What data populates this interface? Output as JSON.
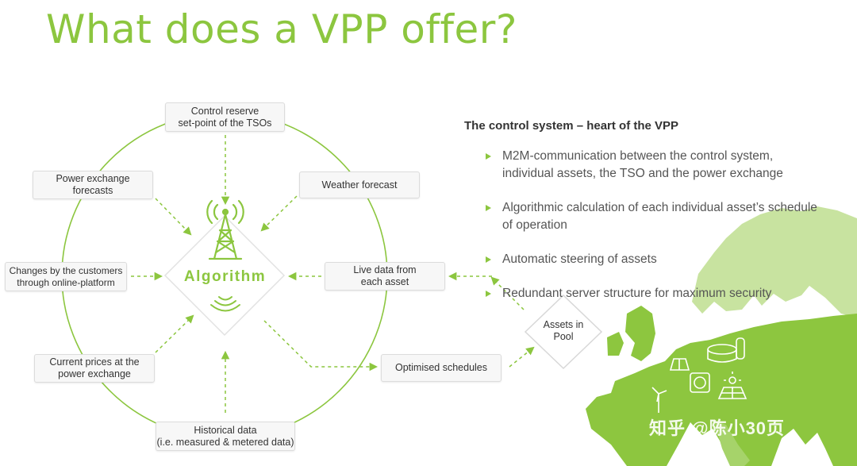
{
  "title": "What does a VPP offer?",
  "algorithm": {
    "label": "Algorithm"
  },
  "inputs": {
    "control_reserve": "Control reserve\nset-point of the TSOs",
    "power_exchange_forecasts": "Power exchange\nforecasts",
    "weather_forecast": "Weather forecast",
    "changes_by_customers": "Changes by the customers\nthrough online-platform",
    "live_data": "Live data from\neach asset",
    "current_prices": "Current prices at the\npower exchange",
    "historical_data": "Historical data\n(i.e. measured & metered data)"
  },
  "outputs": {
    "optimised_schedules": "Optimised schedules"
  },
  "pool": {
    "label": "Assets in\nPool"
  },
  "control_system": {
    "heading": "The control system – heart of the VPP",
    "bullets": [
      "M2M-communication between the control system, individual assets, the TSO and the power exchange",
      "Algorithmic calculation of each individual asset’s schedule of operation",
      "Automatic steering of assets",
      "Redundant server structure for maximum security"
    ]
  },
  "watermark": "知乎 @陈小30页",
  "colors": {
    "accent": "#8cc63f",
    "map": "#8dc63f",
    "map_light": "#c8e3a0"
  }
}
